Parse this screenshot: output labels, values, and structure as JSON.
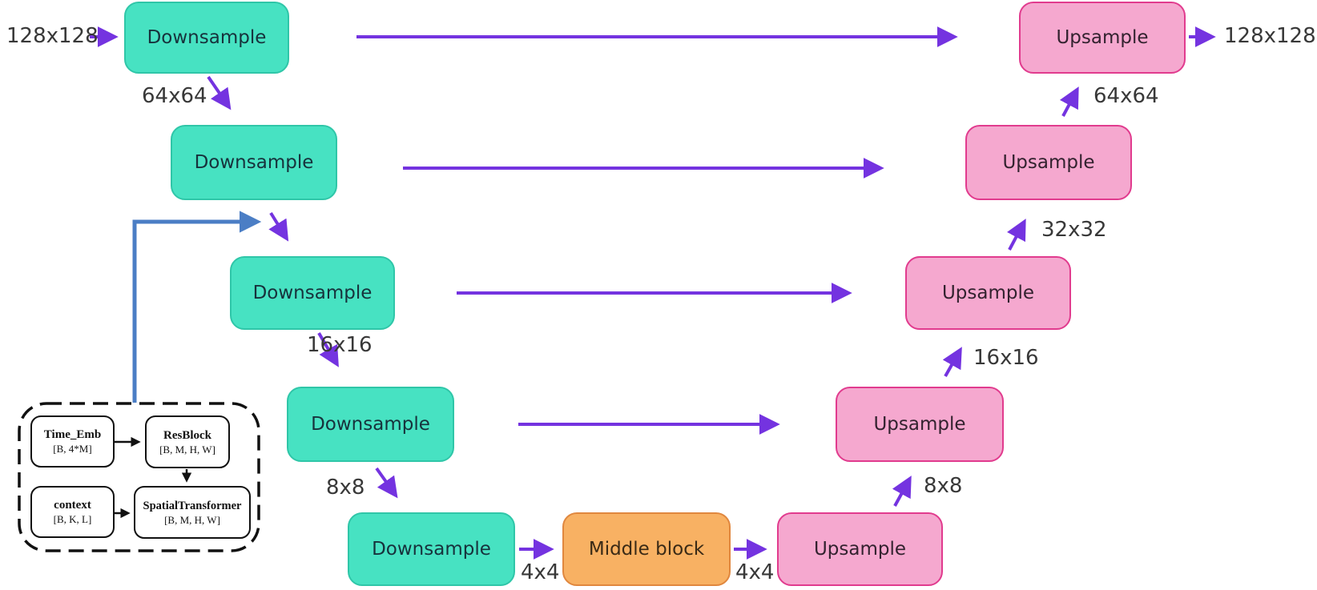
{
  "labels": {
    "downsample": "Downsample",
    "upsample": "Upsample",
    "middle": "Middle block"
  },
  "io": {
    "input": "128x128",
    "output": "128x128"
  },
  "dims": {
    "left_64": "64x64",
    "left_16": "16x16",
    "left_8": "8x8",
    "right_64": "64x64",
    "right_32": "32x32",
    "right_16": "16x16",
    "right_8": "8x8",
    "bottom_in": "4x4",
    "bottom_out": "4x4"
  },
  "inset": {
    "time_emb": {
      "name": "Time_Emb",
      "shape": "[B, 4*M]"
    },
    "resblock": {
      "name": "ResBlock",
      "shape": "[B, M, H, W]"
    },
    "context": {
      "name": "context",
      "shape": "[B, K, L]"
    },
    "spatial_transformer": {
      "name": "SpatialTransformer",
      "shape": "[B, M, H, W]"
    }
  },
  "colors": {
    "downsample_fill": "#47e2c2",
    "downsample_border": "#2fc6a8",
    "downsample_text": "#17323c",
    "upsample_fill": "#f5a8cf",
    "upsample_border": "#e13b8e",
    "upsample_text": "#33222f",
    "middle_fill": "#f8b163",
    "middle_border": "#e0873e",
    "middle_text": "#3a2a16",
    "arrow_purple": "#7433e0",
    "arrow_blue": "#4b7ec5",
    "arrow_black": "#111111",
    "dim_text": "#383838"
  }
}
